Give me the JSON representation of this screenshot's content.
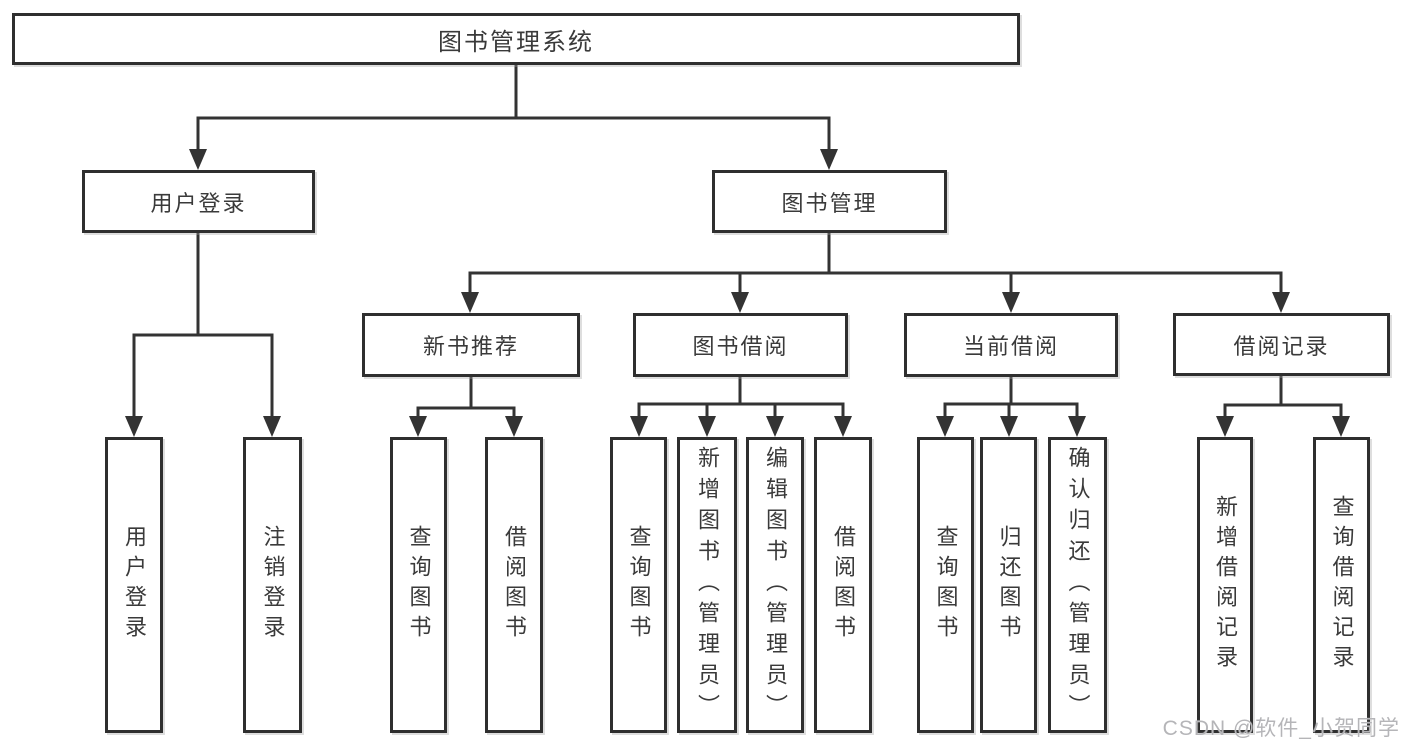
{
  "diagram_type": "hierarchy-tree",
  "colors": {
    "background": "#ffffff",
    "line": "#333333",
    "box_border": "#2f2f2f",
    "text": "#3a3a3a",
    "watermark": "#b5b5b8"
  },
  "tree": {
    "root": {
      "label": "图书管理系统"
    },
    "branches": [
      {
        "label": "用户登录",
        "children": [
          {
            "label": "用户登录"
          },
          {
            "label": "注销登录"
          }
        ]
      },
      {
        "label": "图书管理",
        "children": [
          {
            "label": "新书推荐",
            "children": [
              {
                "label": "查询图书"
              },
              {
                "label": "借阅图书"
              }
            ]
          },
          {
            "label": "图书借阅",
            "children": [
              {
                "label": "查询图书"
              },
              {
                "label": "新增图书（管理员）"
              },
              {
                "label": "编辑图书（管理员）"
              },
              {
                "label": "借阅图书"
              }
            ]
          },
          {
            "label": "当前借阅",
            "children": [
              {
                "label": "查询图书"
              },
              {
                "label": "归还图书"
              },
              {
                "label": "确认归还（管理员）"
              }
            ]
          },
          {
            "label": "借阅记录",
            "children": [
              {
                "label": "新增借阅记录"
              },
              {
                "label": "查询借阅记录"
              }
            ]
          }
        ]
      }
    ]
  },
  "watermark": {
    "text": "CSDN @软件_小贺同学"
  }
}
